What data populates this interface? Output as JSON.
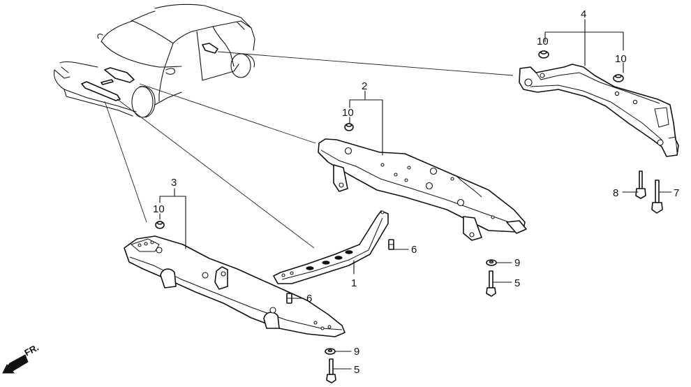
{
  "diagram": {
    "title": "Sub-frame / Crossmember exploded view",
    "front_indicator": {
      "label": "FR.",
      "icon": "arrow-down-left-icon"
    },
    "callouts": {
      "part_1": "1",
      "part_2": "2",
      "part_3": "3",
      "part_4": "4",
      "part_5_right": "5",
      "part_5_left": "5",
      "part_6_right": "6",
      "part_6_left": "6",
      "part_7": "7",
      "part_8": "8",
      "part_9_right": "9",
      "part_9_left": "9",
      "part_10_a": "10",
      "part_10_b": "10",
      "part_10_c": "10",
      "part_10_d": "10"
    },
    "colors": {
      "ink": "#111111",
      "paper": "#ffffff"
    }
  }
}
